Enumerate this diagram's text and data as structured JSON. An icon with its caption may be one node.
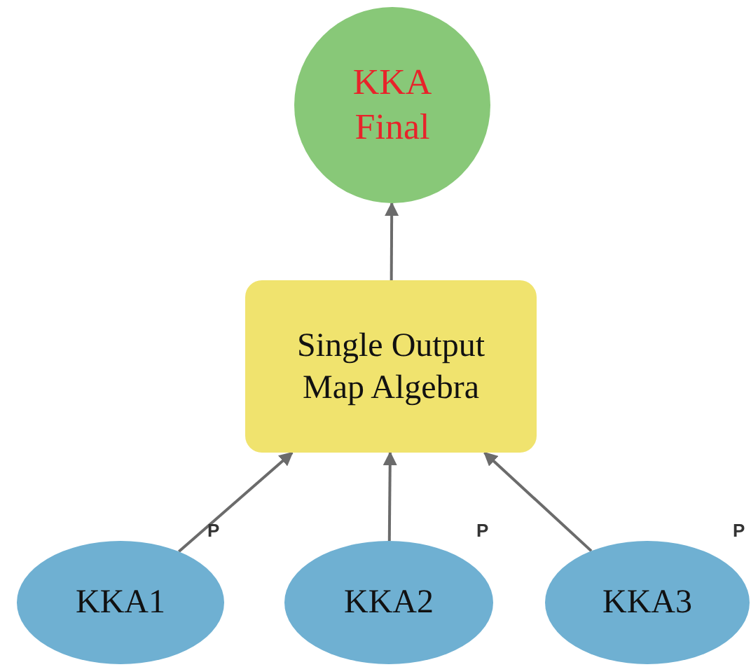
{
  "diagram": {
    "nodes": [
      {
        "text": [
          "KKA Final"
        ]
      },
      {
        "text": [
          "Single Output Map Algebra"
        ]
      },
      {
        "text": [
          "KKA1"
        ],
        "beside": [
          "P"
        ]
      },
      {
        "text": [
          "KKA2"
        ],
        "beside": [
          "P"
        ]
      },
      {
        "text": [
          "KKA3"
        ],
        "beside": [
          "P"
        ]
      }
    ],
    "edges": [
      {
        "from": 2,
        "to": 1,
        "arrow": "to"
      },
      {
        "from": 3,
        "to": 1,
        "arrow": "to"
      },
      {
        "from": 4,
        "to": 1,
        "arrow": "to"
      },
      {
        "from": 1,
        "to": 0,
        "arrow": "to"
      }
    ]
  }
}
